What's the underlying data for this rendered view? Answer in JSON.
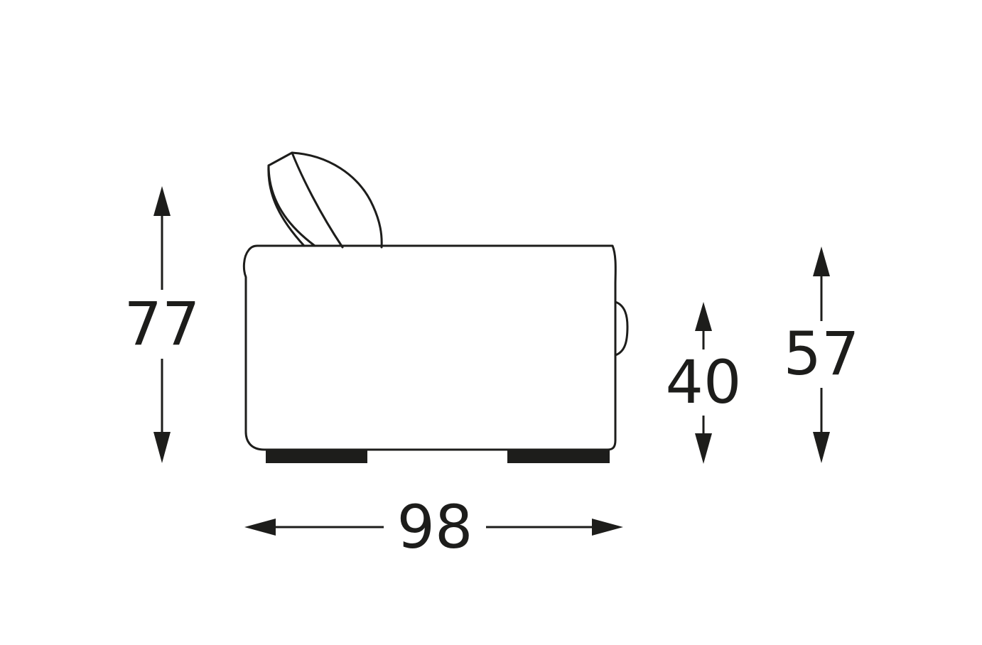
{
  "dimensions": {
    "overall_height": "77",
    "seat_height": "40",
    "arm_height": "57",
    "depth": "98"
  },
  "colors": {
    "line": "#1d1d1b",
    "background": "#ffffff"
  }
}
